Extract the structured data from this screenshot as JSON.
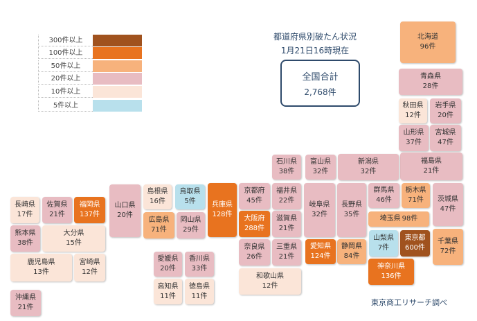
{
  "title": {
    "line1": "都道府県別破たん状況",
    "line2": "1月21日16時現在"
  },
  "total": {
    "label": "全国合計",
    "value": "2,768件"
  },
  "source": "東京商工リサーチ調べ",
  "legend": [
    {
      "label": "300件以上",
      "color": "#a0521e"
    },
    {
      "label": "100件以上",
      "color": "#e8731f"
    },
    {
      "label": "50件以上",
      "color": "#f7b27c"
    },
    {
      "label": "20件以上",
      "color": "#e8bcc2"
    },
    {
      "label": "10件以上",
      "color": "#fbe5d8"
    },
    {
      "label": "5件以上",
      "color": "#b8e0ec"
    }
  ],
  "prefectures": [
    {
      "name": "北海道",
      "count": "96件",
      "tier": 2
    },
    {
      "name": "青森県",
      "count": "28件",
      "tier": 3
    },
    {
      "name": "秋田県",
      "count": "12件",
      "tier": 4
    },
    {
      "name": "岩手県",
      "count": "20件",
      "tier": 3
    },
    {
      "name": "山形県",
      "count": "37件",
      "tier": 3
    },
    {
      "name": "宮城県",
      "count": "47件",
      "tier": 3
    },
    {
      "name": "福島県",
      "count": "21件",
      "tier": 3
    },
    {
      "name": "新潟県",
      "count": "32件",
      "tier": 3
    },
    {
      "name": "石川県",
      "count": "38件",
      "tier": 3
    },
    {
      "name": "富山県",
      "count": "32件",
      "tier": 3
    },
    {
      "name": "福井県",
      "count": "22件",
      "tier": 3
    },
    {
      "name": "京都府",
      "count": "45件",
      "tier": 3
    },
    {
      "name": "兵庫県",
      "count": "128件",
      "tier": 1
    },
    {
      "name": "大阪府",
      "count": "288件",
      "tier": 1
    },
    {
      "name": "滋賀県",
      "count": "21件",
      "tier": 3
    },
    {
      "name": "岐阜県",
      "count": "32件",
      "tier": 3
    },
    {
      "name": "長野県",
      "count": "35件",
      "tier": 3
    },
    {
      "name": "群馬県",
      "count": "46件",
      "tier": 3
    },
    {
      "name": "栃木県",
      "count": "71件",
      "tier": 2
    },
    {
      "name": "茨城県",
      "count": "47件",
      "tier": 3
    },
    {
      "name": "埼玉県",
      "count": "98件",
      "tier": 2,
      "inline": true
    },
    {
      "name": "山梨県",
      "count": "7件",
      "tier": 5
    },
    {
      "name": "東京都",
      "count": "600件",
      "tier": 0
    },
    {
      "name": "千葉県",
      "count": "72件",
      "tier": 2
    },
    {
      "name": "神奈川県",
      "count": "136件",
      "tier": 1
    },
    {
      "name": "静岡県",
      "count": "84件",
      "tier": 2
    },
    {
      "name": "愛知県",
      "count": "124件",
      "tier": 1
    },
    {
      "name": "三重県",
      "count": "21件",
      "tier": 3
    },
    {
      "name": "奈良県",
      "count": "26件",
      "tier": 3
    },
    {
      "name": "和歌山県",
      "count": "12件",
      "tier": 4
    },
    {
      "name": "島根県",
      "count": "16件",
      "tier": 4
    },
    {
      "name": "鳥取県",
      "count": "5件",
      "tier": 5
    },
    {
      "name": "広島県",
      "count": "71件",
      "tier": 2
    },
    {
      "name": "岡山県",
      "count": "29件",
      "tier": 3
    },
    {
      "name": "山口県",
      "count": "20件",
      "tier": 3
    },
    {
      "name": "愛媛県",
      "count": "20件",
      "tier": 3
    },
    {
      "name": "香川県",
      "count": "33件",
      "tier": 3
    },
    {
      "name": "高知県",
      "count": "11件",
      "tier": 4
    },
    {
      "name": "徳島県",
      "count": "11件",
      "tier": 4
    },
    {
      "name": "長崎県",
      "count": "17件",
      "tier": 4
    },
    {
      "name": "佐賀県",
      "count": "21件",
      "tier": 3
    },
    {
      "name": "福岡県",
      "count": "137件",
      "tier": 1
    },
    {
      "name": "熊本県",
      "count": "38件",
      "tier": 3
    },
    {
      "name": "大分県",
      "count": "15件",
      "tier": 4
    },
    {
      "name": "鹿児島県",
      "count": "13件",
      "tier": 4
    },
    {
      "name": "宮崎県",
      "count": "12件",
      "tier": 4
    },
    {
      "name": "沖縄県",
      "count": "21件",
      "tier": 3
    }
  ]
}
